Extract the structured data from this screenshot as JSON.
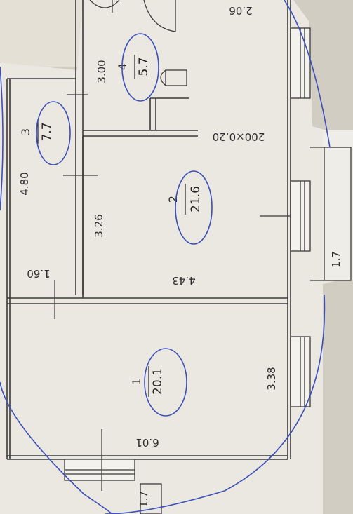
{
  "plan": {
    "rooms": [
      {
        "number": "1",
        "area": "20.1"
      },
      {
        "number": "2",
        "area": "21.6"
      },
      {
        "number": "3",
        "area": "7.7"
      },
      {
        "number": "4",
        "area": "5.7"
      }
    ],
    "dimensions": {
      "d_3_00": "3.00",
      "d_4_80": "4.80",
      "d_3_26": "3.26",
      "d_1_60": "1.60",
      "d_4_43": "4.43",
      "d_3_38": "3.38",
      "d_6_01": "6.01",
      "d_2_06": "2.06",
      "d_1_7_right": "1.7",
      "d_1_7_bottom": "1.7",
      "d_200": "200×0.20"
    }
  }
}
